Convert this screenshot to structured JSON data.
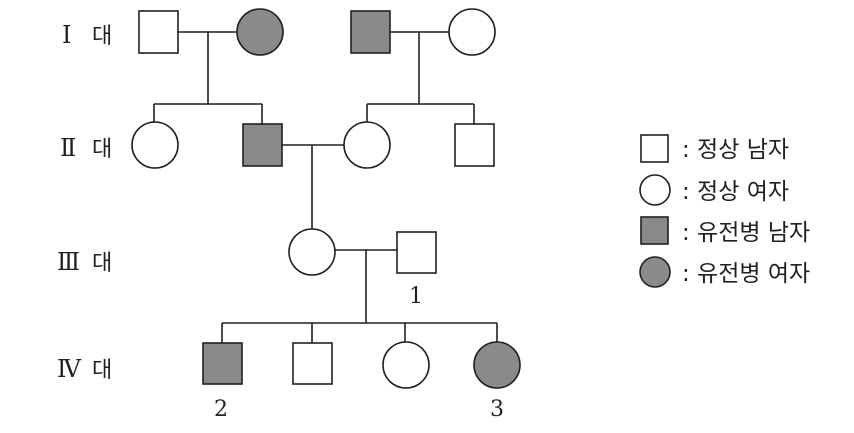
{
  "generations": [
    {
      "numeral": "Ⅰ",
      "suffix": "대"
    },
    {
      "numeral": "Ⅱ",
      "suffix": "대"
    },
    {
      "numeral": "Ⅲ",
      "suffix": "대"
    },
    {
      "numeral": "Ⅳ",
      "suffix": "대"
    }
  ],
  "individual_labels": {
    "iii_male": "1",
    "iv_affected_male": "2",
    "iv_affected_female": "3"
  },
  "legend": [
    {
      "symbol": "square-open",
      "text": ": 정상 남자"
    },
    {
      "symbol": "circle-open",
      "text": ": 정상 여자"
    },
    {
      "symbol": "square-filled",
      "text": ": 유전병 남자"
    },
    {
      "symbol": "circle-filled",
      "text": ": 유전병 여자"
    }
  ],
  "colors": {
    "affected": "#8a8a8a",
    "line": "#231f20"
  }
}
